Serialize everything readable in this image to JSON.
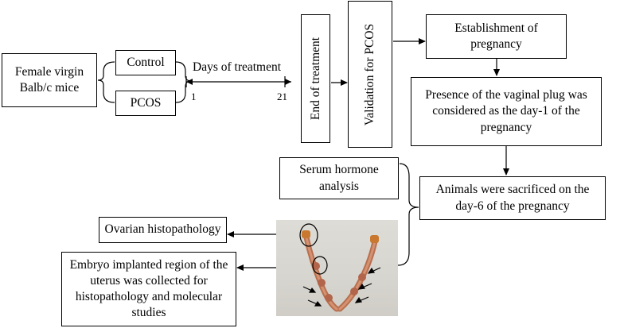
{
  "boxes": {
    "mice": "Female virgin Balb/c mice",
    "control": "Control",
    "pcos": "PCOS",
    "end_treatment": "End of treatment",
    "validation": "Validation for PCOS",
    "establishment": "Establishment of pregnancy",
    "vaginal_plug": "Presence of the vaginal plug was considered as the day-1 of the pregnancy",
    "sacrificed": "Animals were sacrificed on the day-6 of the pregnancy",
    "serum": "Serum hormone analysis",
    "ovarian": "Ovarian histopathology",
    "embryo": "Embryo implanted region of the uterus was collected for histopathology and molecular studies"
  },
  "timeline": {
    "label": "Days of treatment",
    "start": "1",
    "end": "21"
  }
}
